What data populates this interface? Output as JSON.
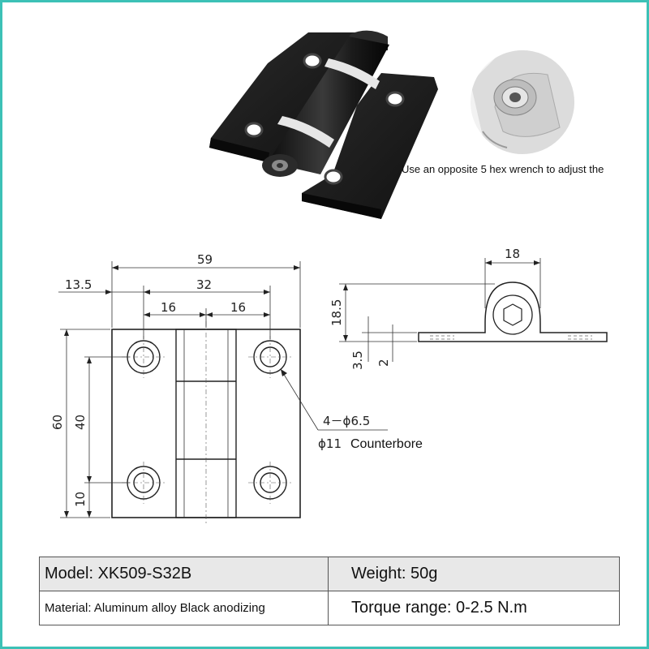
{
  "photo": {
    "caption": "Use an opposite 5 hex wrench to adjust the"
  },
  "drawing": {
    "front": {
      "width_total": "59",
      "offset_left": "13.5",
      "hole_spacing": "32",
      "half_left": "16",
      "half_right": "16",
      "height_total": "60",
      "hole_vertical": "40",
      "hole_bottom": "10",
      "hole_spec": "4－ϕ6.5",
      "counterbore_spec": "ϕ11",
      "counterbore_label": "Counterbore"
    },
    "side": {
      "knuckle_width": "18",
      "height": "18.5",
      "plate_offset": "3.5",
      "plate_thickness": "2"
    }
  },
  "specs": {
    "model": "Model: XK509-S32B",
    "weight": "Weight: 50g",
    "material": "Material: Aluminum alloy Black anodizing",
    "torque": "Torque range: 0-2.5 N.m"
  },
  "colors": {
    "frame": "#3cc1b6",
    "hinge_body": "#1b1b1b",
    "ring": "#e6e6e6"
  }
}
